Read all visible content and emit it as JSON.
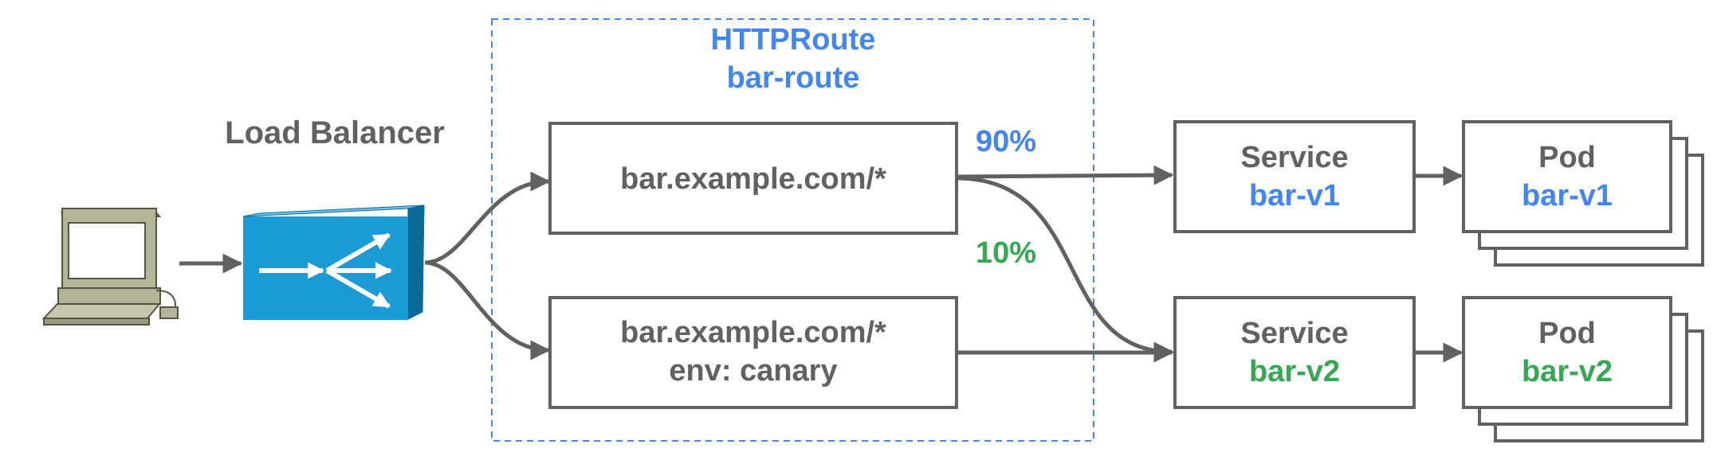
{
  "colors": {
    "gray": "#616161",
    "blue": "#4285f4",
    "green": "#34a853",
    "lb_blue": "#1a9bd6",
    "lb_dark": "#0a6a9a",
    "computer": "#b4b498"
  },
  "icons": {
    "client": "computer-icon",
    "load_balancer": "load-balancer-icon"
  },
  "load_balancer": {
    "label": "Load Balancer"
  },
  "httproute": {
    "kind": "HTTPRoute",
    "name": "bar-route"
  },
  "rules": {
    "default": {
      "match": "bar.example.com/*"
    },
    "canary": {
      "match": "bar.example.com/*",
      "header": "env: canary"
    }
  },
  "weights": {
    "v1": "90%",
    "v2": "10%"
  },
  "services": {
    "v1": {
      "kind": "Service",
      "name": "bar-v1"
    },
    "v2": {
      "kind": "Service",
      "name": "bar-v2"
    }
  },
  "pods": {
    "v1": {
      "kind": "Pod",
      "name": "bar-v1"
    },
    "v2": {
      "kind": "Pod",
      "name": "bar-v2"
    }
  }
}
